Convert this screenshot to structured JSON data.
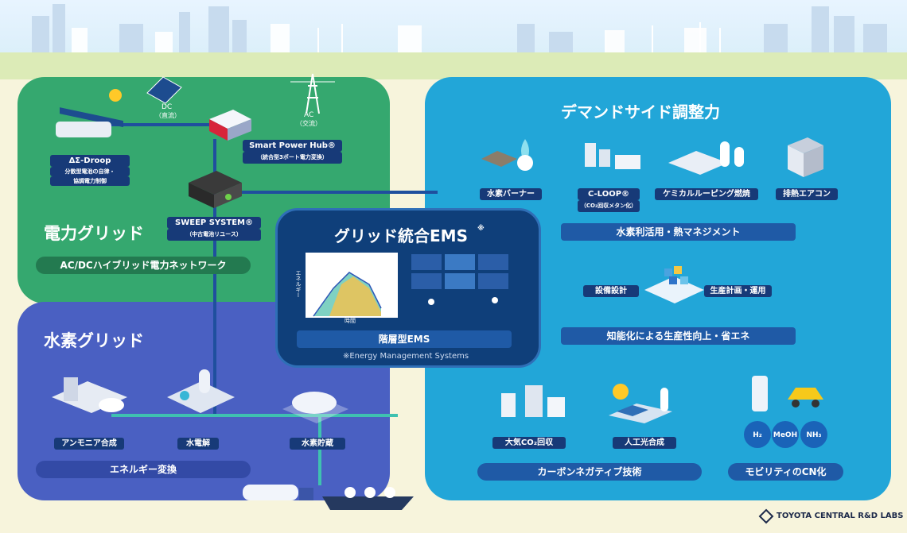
{
  "power_grid": {
    "title": "電力グリッド",
    "subtitle": "AC/DCハイブリッド電力ネットワーク",
    "dc": "DC",
    "dc_sub": "（直流）",
    "ac": "AC",
    "ac_sub": "（交流）",
    "droop": "ΔΣ-Droop",
    "droop_sub1": "分散型電池の自律・",
    "droop_sub2": "協調電力制御",
    "hub": "Smart Power Hub®",
    "hub_sub": "（統合型3ポート電力変換）",
    "sweep": "SWEEP SYSTEM®",
    "sweep_sub": "（中古電池リユース）"
  },
  "hydrogen_grid": {
    "title": "水素グリッド",
    "subtitle": "エネルギー変換",
    "ammonia": "アンモニア合成",
    "electrolysis": "水電解",
    "storage": "水素貯蔵"
  },
  "ems": {
    "title": "グリッド統合EMS",
    "mark": "※",
    "axis_y": "エネルギー",
    "axis_x": "時間",
    "hier": "階層型EMS",
    "note": "※Energy Management Systems"
  },
  "demand": {
    "title": "デマンドサイド調整力",
    "burner": "水素バーナー",
    "cloop": "C-LOOP®",
    "cloop_sub": "（CO₂回収メタン化）",
    "chemical": "ケミカルルーピング燃焼",
    "aircon": "排熱エアコン",
    "h2use": "水素利活用・熱マネジメント",
    "design": "設備設計",
    "plan": "生産計画・運用",
    "smart": "知能化による生産性向上・省エネ",
    "dac": "大気CO₂回収",
    "photo": "人工光合成",
    "carbon": "カーボンネガティブ技術",
    "mobility": "モビリティのCN化",
    "h2": "H₂",
    "meoh": "MeOH",
    "nh3": "NH₃"
  },
  "footer": {
    "org": "TOYOTA CENTRAL R&D LABS"
  },
  "colors": {
    "green": "#35a86f",
    "purple": "#4a60c2",
    "blue": "#22a6d8",
    "navy": "#0f3f7a"
  }
}
